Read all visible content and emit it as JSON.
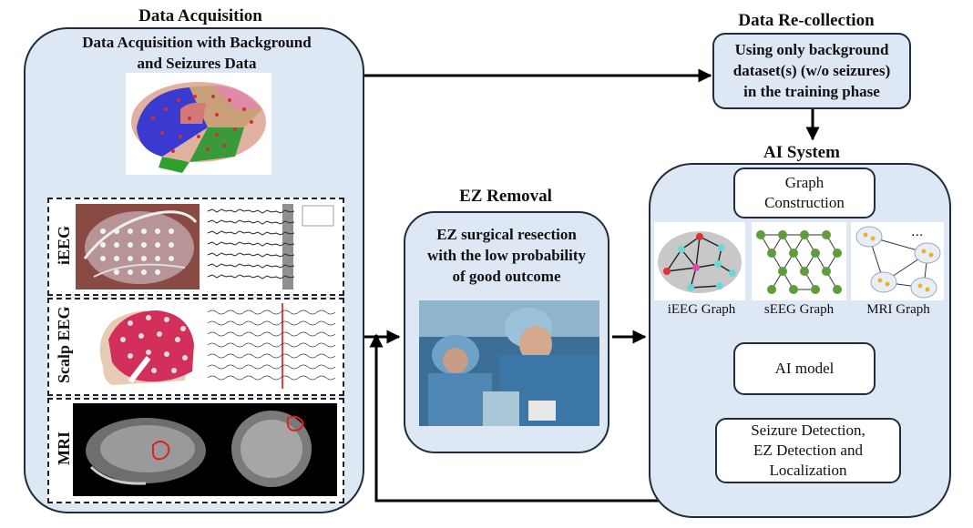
{
  "acquisition": {
    "title": "Data Acquisition",
    "subtitle_line1": "Data Acquisition with Background",
    "subtitle_line2": "and Seizures Data",
    "modalities": [
      {
        "label": "iEEG"
      },
      {
        "label": "Scalp EEG"
      },
      {
        "label": "MRI"
      }
    ]
  },
  "recollection": {
    "title": "Data Re-collection",
    "line1": "Using only background",
    "line2": "dataset(s) (w/o seizures)",
    "line3": "in the training phase"
  },
  "removal": {
    "title": "EZ Removal",
    "line1": "EZ surgical resection",
    "line2": "with the low probability",
    "line3": "of good outcome"
  },
  "ai_system": {
    "title": "AI System",
    "graph_construction_line1": "Graph",
    "graph_construction_line2": "Construction",
    "graphs": [
      {
        "caption": "iEEG Graph"
      },
      {
        "caption": "sEEG Graph"
      },
      {
        "caption": "MRI Graph"
      }
    ],
    "ellipsis": "...",
    "model": "AI model",
    "output_line1": "Seizure Detection,",
    "output_line2": "EZ Detection and",
    "output_line3": "Localization"
  }
}
